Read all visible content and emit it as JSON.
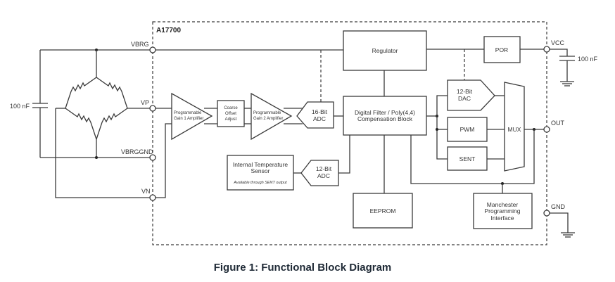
{
  "chip": {
    "name": "A17700"
  },
  "pins": {
    "vbrg": "VBRG",
    "vp": "VP",
    "vbrggnd": "VBRGGND",
    "vn": "VN",
    "vcc": "VCC",
    "out": "OUT",
    "gnd": "GND"
  },
  "external": {
    "cap_left": "100 nF",
    "cap_right": "100 nF"
  },
  "blocks": {
    "pga1": [
      "Programmable",
      "Gain 1 Amplifier"
    ],
    "coarse": [
      "Coarse",
      "Offset",
      "Adjust"
    ],
    "pga2": [
      "Programmable",
      "Gain 2 Amplifier"
    ],
    "adc16": [
      "16-Bit",
      "ADC"
    ],
    "regulator": "Regulator",
    "por": "POR",
    "dsp": [
      "Digital Filter / Poly(4,4)",
      "Compensation Block"
    ],
    "dac12": [
      "12-Bit",
      "DAC"
    ],
    "pwm": "PWM",
    "sent": "SENT",
    "mux": "MUX",
    "temp": [
      "Internal Temperature",
      "Sensor"
    ],
    "temp_note": "Available through SENT output",
    "adc12": [
      "12-Bit",
      "ADC"
    ],
    "eeprom": "EEPROM",
    "manchester": [
      "Manchester",
      "Programming",
      "Interface"
    ]
  },
  "caption": "Figure 1: Functional Block Diagram"
}
